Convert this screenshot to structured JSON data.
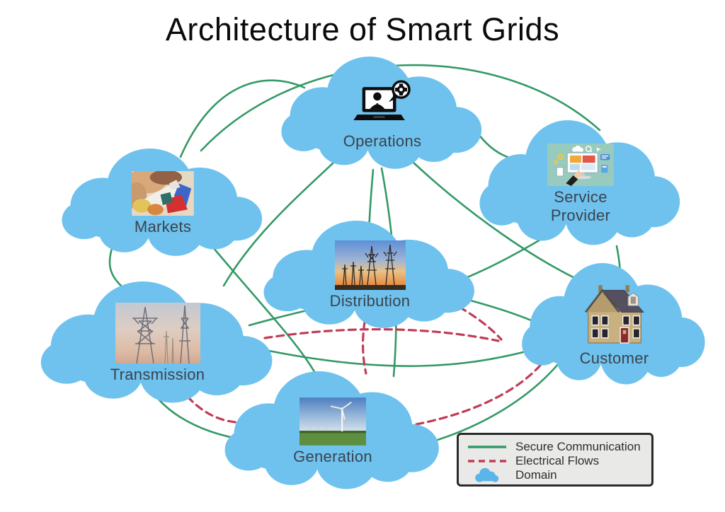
{
  "title": "Architecture of Smart Grids",
  "colors": {
    "cloud_fill": "#6FC2EE",
    "secure_communication_line": "#349966",
    "electrical_flows_line": "#C23B55",
    "label_text": "#39434E",
    "title_text": "#0B0B0B",
    "legend_background": "#E9E9E7",
    "legend_border": "#2A2A2A"
  },
  "domains": [
    {
      "label": "Operations",
      "icon": "operations-laptop-gear-icon"
    },
    {
      "label": "Service Provider",
      "icon": "service-provider-dashboard-icon"
    },
    {
      "label": "Markets",
      "icon": "markets-photo-icon"
    },
    {
      "label": "Distribution",
      "icon": "distribution-towers-photo-icon"
    },
    {
      "label": "Customer",
      "icon": "customer-house-icon"
    },
    {
      "label": "Transmission",
      "icon": "transmission-towers-photo-icon"
    },
    {
      "label": "Generation",
      "icon": "generation-wind-turbine-icon"
    }
  ],
  "legend": {
    "items": [
      {
        "label": "Secure Communication",
        "swatch": "green-solid-line"
      },
      {
        "label": "Electrical Flows",
        "swatch": "red-dashed-line"
      },
      {
        "label": "Domain",
        "swatch": "blue-cloud"
      }
    ]
  },
  "connections": {
    "secure_communication": [
      [
        "Markets",
        "Operations"
      ],
      [
        "Markets",
        "Service Provider"
      ],
      [
        "Operations",
        "Service Provider"
      ],
      [
        "Operations",
        "Distribution"
      ],
      [
        "Operations",
        "Transmission"
      ],
      [
        "Operations",
        "Customer"
      ],
      [
        "Operations",
        "Generation"
      ],
      [
        "Markets",
        "Transmission"
      ],
      [
        "Markets",
        "Generation"
      ],
      [
        "Service Provider",
        "Customer"
      ],
      [
        "Service Provider",
        "Distribution"
      ],
      [
        "Distribution",
        "Customer"
      ],
      [
        "Transmission",
        "Distribution"
      ],
      [
        "Transmission",
        "Generation"
      ],
      [
        "Transmission",
        "Customer"
      ],
      [
        "Generation",
        "Customer"
      ]
    ],
    "electrical_flows": [
      [
        "Generation",
        "Transmission"
      ],
      [
        "Transmission",
        "Customer"
      ],
      [
        "Distribution",
        "Generation"
      ],
      [
        "Distribution",
        "Customer"
      ],
      [
        "Generation",
        "Customer"
      ]
    ]
  }
}
